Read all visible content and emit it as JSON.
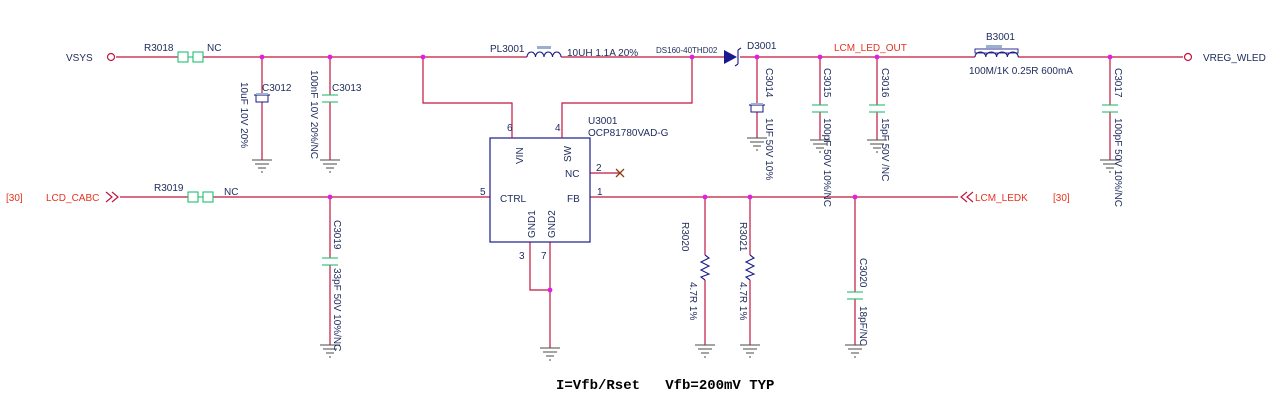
{
  "nets": {
    "vsys": "VSYS",
    "vreg_wled": "VREG_WLED",
    "lcm_led_out": "LCM_LED_OUT",
    "lcd_cabc": "LCD_CABC",
    "lcm_ledk": "LCM_LEDK",
    "ref_left": "[30]",
    "ref_right": "[30]"
  },
  "components": {
    "r3018": {
      "ref": "R3018",
      "value": "NC"
    },
    "r3019": {
      "ref": "R3019",
      "value": "NC"
    },
    "c3012": {
      "ref": "C3012",
      "value": "10uF 10V 20%"
    },
    "c3013": {
      "ref": "C3013",
      "value": "100nF 10V 20%/NC"
    },
    "pl3001": {
      "ref": "PL3001",
      "value": "10UH 1.1A 20%"
    },
    "d3001": {
      "ref": "D3001",
      "value": "DS160-40THD02"
    },
    "c3014": {
      "ref": "C3014",
      "value": "1UF 50V 10%"
    },
    "c3015": {
      "ref": "C3015",
      "value": "100pF 50V 10%/NC"
    },
    "c3016": {
      "ref": "C3016",
      "value": "15pF 50V /NC"
    },
    "b3001": {
      "ref": "B3001",
      "value": "100M/1K 0.25R 600mA"
    },
    "c3017": {
      "ref": "C3017",
      "value": "100pF 50V 10%/NC"
    },
    "c3019": {
      "ref": "C3019",
      "value": "33pF 50V 10%/NC"
    },
    "r3020": {
      "ref": "R3020",
      "value": "4.7R 1%"
    },
    "r3021": {
      "ref": "R3021",
      "value": "4.7R 1%"
    },
    "c3020": {
      "ref": "C3020",
      "value": "18pF/NC"
    }
  },
  "ic": {
    "ref": "U3001",
    "part": "OCP81780VAD-G",
    "pins": {
      "vin": {
        "name": "VIN",
        "num": "6"
      },
      "sw": {
        "name": "SW",
        "num": "4"
      },
      "nc": {
        "name": "NC",
        "num": "2"
      },
      "ctrl": {
        "name": "CTRL",
        "num": "5"
      },
      "fb": {
        "name": "FB",
        "num": "1"
      },
      "gnd1": {
        "name": "GND1",
        "num": "3"
      },
      "gnd2": {
        "name": "GND2",
        "num": "7"
      }
    }
  },
  "formula": "I=Vfb/Rset   Vfb=200mV TYP"
}
